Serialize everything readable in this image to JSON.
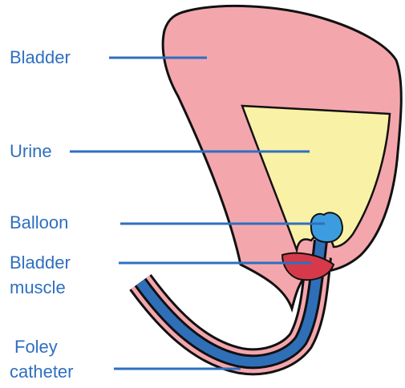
{
  "labels": {
    "bladder": "Bladder",
    "urine": "Urine",
    "balloon": "Balloon",
    "bladder_muscle_line1": "Bladder",
    "bladder_muscle_line2": "muscle",
    "foley_line1": "Foley",
    "foley_line2": "catheter"
  },
  "colors": {
    "label_text": "#2e6fc1",
    "leader_line": "#2e6fc1",
    "bladder_fill": "#f4a6ad",
    "outline": "#111111",
    "urine_fill": "#f9f1a6",
    "balloon_fill": "#3b9de0",
    "muscle_fill": "#d63a4a",
    "catheter_fill": "#2f6fb8",
    "catheter_sheath": "#f4a6ad"
  }
}
